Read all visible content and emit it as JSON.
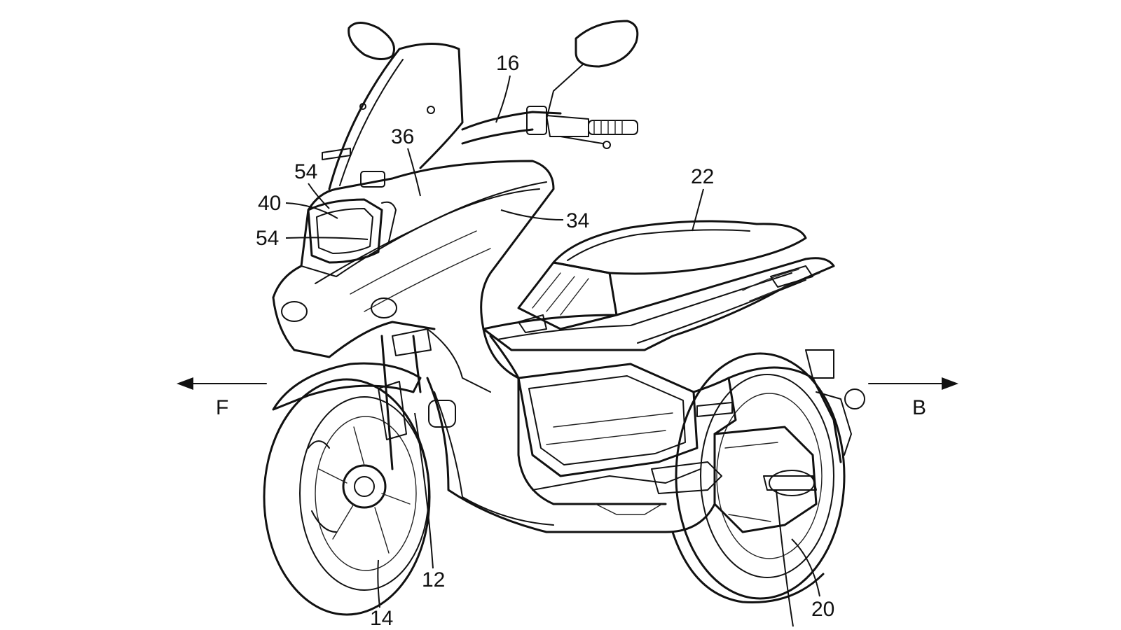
{
  "labels": {
    "r16": "16",
    "r36": "36",
    "r54a": "54",
    "r40": "40",
    "r54b": "54",
    "r34": "34",
    "r22": "22",
    "r12": "12",
    "r14": "14",
    "r20": "20"
  },
  "directions": {
    "front": "F",
    "back": "B"
  },
  "colors": {
    "ink": "#111111",
    "paper": "#ffffff"
  }
}
